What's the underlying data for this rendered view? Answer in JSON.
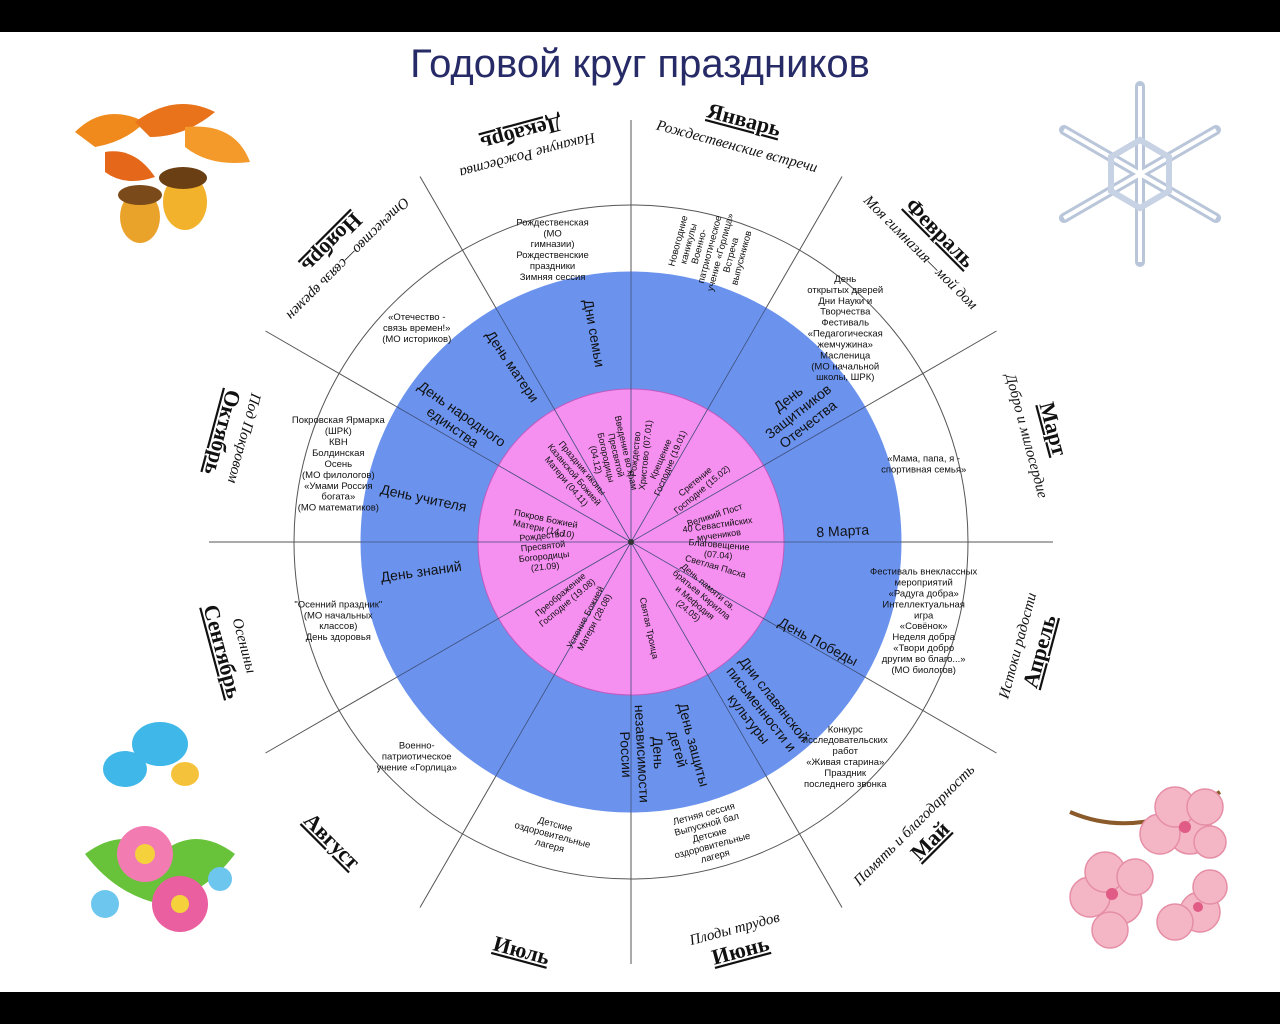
{
  "title": "Годовой круг праздников",
  "colors": {
    "outer": "#ffffff",
    "middle": "#6b93ee",
    "inner": "#f58ff0",
    "lines": "#555555",
    "title": "#262a66"
  },
  "months": [
    {
      "name": "Январь",
      "motto": "Рождественские встречи"
    },
    {
      "name": "Февраль",
      "motto": "Моя гимназия—мой дом"
    },
    {
      "name": "Март",
      "motto": "Добро и милосердие"
    },
    {
      "name": "Апрель",
      "motto": "Истоки радости"
    },
    {
      "name": "Май",
      "motto": "Память и благодарность"
    },
    {
      "name": "Июнь",
      "motto": "Плоды трудов"
    },
    {
      "name": "Июль",
      "motto": ""
    },
    {
      "name": "Август",
      "motto": ""
    },
    {
      "name": "Сентябрь",
      "motto": "Осенины"
    },
    {
      "name": "Октябрь",
      "motto": "Под Покровом"
    },
    {
      "name": "Ноябрь",
      "motto": "Отечество—связь времен"
    },
    {
      "name": "Декабрь",
      "motto": "Накануне Рождества"
    }
  ],
  "outer_ring": [
    [
      "Новогодние",
      "каникулы",
      "",
      "Военно-",
      "патриотическое",
      "учение «Горлица»",
      "",
      "Встреча",
      "выпускников"
    ],
    [
      "День",
      "открытых дверей",
      "",
      "Дни Науки и",
      "Творчества",
      "",
      "Фестиваль",
      "«Педагогическая",
      "жемчужина»",
      "",
      "Масленица",
      "(МО начальной",
      "школы, ШРК)"
    ],
    [
      "«Мама, папа, я -",
      "спортивная семья»"
    ],
    [
      "Фестиваль внеклассных",
      "мероприятий",
      "«Радуга добра»",
      "",
      "Интеллектуальная",
      "игра",
      "«Совёнок»",
      "",
      "Неделя добра",
      "«Твори добро",
      "другим во благо...»",
      "(МО биологов)"
    ],
    [
      "Конкурс",
      "исследовательских",
      "работ",
      "«Живая старина»",
      "",
      "Праздник",
      "последнего звонка"
    ],
    [
      "Летняя сессия",
      "",
      "Выпускной бал",
      "",
      "Детские",
      "оздоровительные",
      "лагеря"
    ],
    [
      "Детские",
      "оздоровительные",
      "лагеря"
    ],
    [
      "Военно-",
      "патриотическое",
      "учение «Горлица»"
    ],
    [
      "\"Осенний праздник\"",
      "(МО начальных",
      "классов)",
      "",
      "День здоровья"
    ],
    [
      "Покровская Ярмарка",
      "(ШРК)",
      "",
      "КВН",
      "",
      "Болдинская",
      "Осень",
      "(МО филологов)",
      "",
      "«Умами Россия",
      "богата»",
      "(МО математиков)"
    ],
    [
      "«Отечество -",
      "связь времен!»",
      "(МО историков)"
    ],
    [
      "Рождественская",
      "(МО",
      "гимназии)",
      "",
      "Рождественские",
      "праздники",
      "",
      "Зимняя сессия"
    ]
  ],
  "middle_ring": [
    {
      "label": "Дни семьи",
      "angle": 100
    },
    {
      "label": "День Защитников Отечества",
      "angle": 38
    },
    {
      "label": "8 Марта",
      "angle": 3
    },
    {
      "label": "День Победы",
      "angle": -28
    },
    {
      "label": "Дни славянской письменности и культуры",
      "angle": -52
    },
    {
      "label": "День защиты детей",
      "angle": -75
    },
    {
      "label": "День независимости России",
      "angle": -87
    },
    {
      "label": "День знаний",
      "angle": -172
    },
    {
      "label": "День учителя",
      "angle": 168
    },
    {
      "label": "День народного единства",
      "angle": 145
    },
    {
      "label": "День матери",
      "angle": 124
    }
  ],
  "inner_ring": [
    {
      "label": "Рождество Христово (07.01)",
      "angle": 84
    },
    {
      "label": "Крещение Господне (19.01)",
      "angle": 67
    },
    {
      "label": "Сретение Господне (15.02)",
      "angle": 40
    },
    {
      "label": "Великий Пост",
      "angle": 18
    },
    {
      "label": "40 Севастийских мучеников",
      "angle": 8
    },
    {
      "label": "Благовещение (07.04)",
      "angle": -5
    },
    {
      "label": "Светлая Пасха",
      "angle": -16
    },
    {
      "label": "День памяти св. братьев Кирилла и Мефодия (24.05)",
      "angle": -40
    },
    {
      "label": "Святая Троица",
      "angle": -78
    },
    {
      "label": "Успение Божией Матери (28.08)",
      "angle": -118
    },
    {
      "label": "Преображение Господне (19.08)",
      "angle": -140
    },
    {
      "label": "Рождество Пресвятой Богородицы (21.09)",
      "angle": -174
    },
    {
      "label": "Покров Божией Матери (14.10)",
      "angle": 168
    },
    {
      "label": "Праздник иконы Казанской Божией Матери (04.11)",
      "angle": 130
    },
    {
      "label": "Введение во храм Пресвятой Богородицы (04.12)",
      "angle": 103
    }
  ],
  "decorations": [
    {
      "icon": "oak-leaves-acorns-icon"
    },
    {
      "icon": "snowflake-icon"
    },
    {
      "icon": "butterfly-flowers-icon"
    },
    {
      "icon": "blossom-icon"
    }
  ]
}
